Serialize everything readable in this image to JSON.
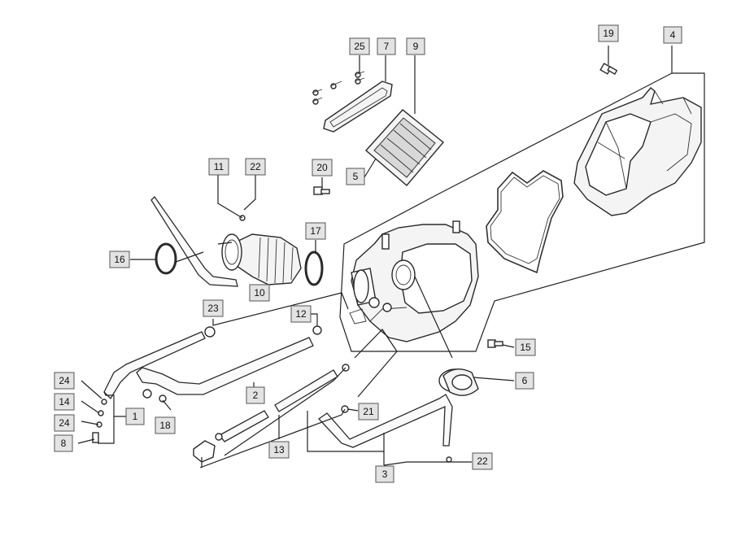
{
  "callouts": [
    {
      "id": "c1",
      "label": "1"
    },
    {
      "id": "c2",
      "label": "2"
    },
    {
      "id": "c3",
      "label": "3"
    },
    {
      "id": "c4",
      "label": "4"
    },
    {
      "id": "c5",
      "label": "5"
    },
    {
      "id": "c6",
      "label": "6"
    },
    {
      "id": "c7",
      "label": "7"
    },
    {
      "id": "c8",
      "label": "8"
    },
    {
      "id": "c9",
      "label": "9"
    },
    {
      "id": "c10",
      "label": "10"
    },
    {
      "id": "c11",
      "label": "11"
    },
    {
      "id": "c12",
      "label": "12"
    },
    {
      "id": "c13",
      "label": "13"
    },
    {
      "id": "c14",
      "label": "14"
    },
    {
      "id": "c15",
      "label": "15"
    },
    {
      "id": "c16",
      "label": "16"
    },
    {
      "id": "c17",
      "label": "17"
    },
    {
      "id": "c18",
      "label": "18"
    },
    {
      "id": "c19",
      "label": "19"
    },
    {
      "id": "c20",
      "label": "20"
    },
    {
      "id": "c21",
      "label": "21"
    },
    {
      "id": "c22a",
      "label": "22"
    },
    {
      "id": "c22b",
      "label": "22"
    },
    {
      "id": "c23",
      "label": "23"
    },
    {
      "id": "c24a",
      "label": "24"
    },
    {
      "id": "c24b",
      "label": "24"
    },
    {
      "id": "c25",
      "label": "25"
    }
  ]
}
